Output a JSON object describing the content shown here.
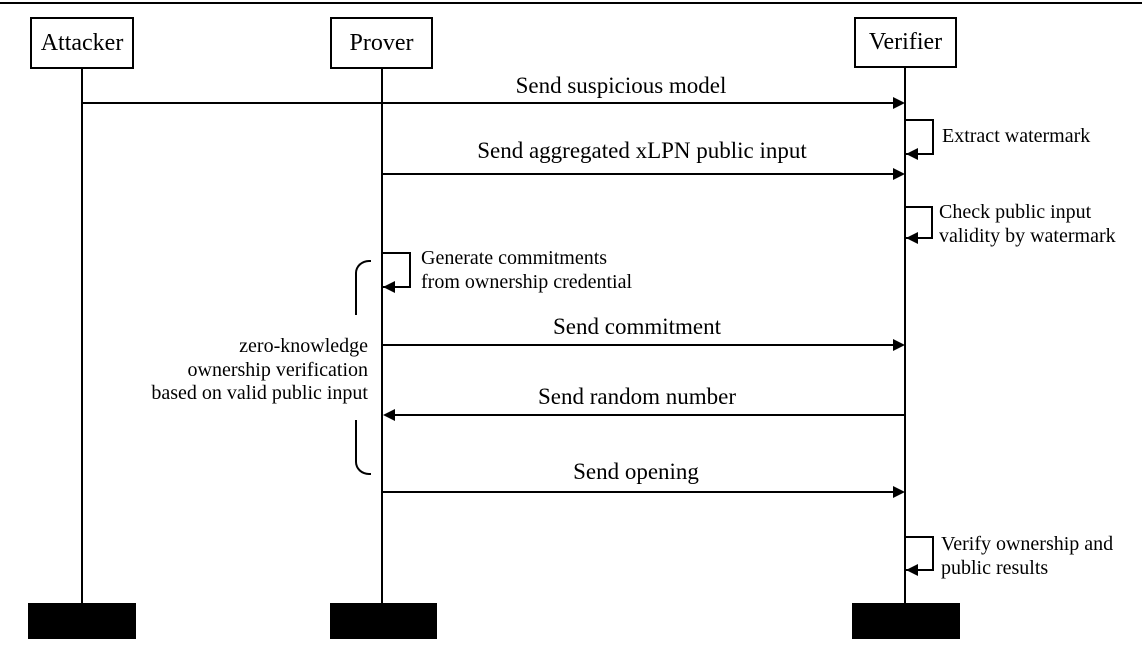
{
  "figure": {
    "type": "sequence-diagram",
    "background_color": "#ffffff",
    "line_color": "#000000"
  },
  "actors": [
    {
      "name": "Attacker"
    },
    {
      "name": "Prover"
    },
    {
      "name": "Verifier"
    }
  ],
  "messages": [
    {
      "label": "Send suspicious model",
      "from": "Attacker",
      "to": "Verifier"
    },
    {
      "label": "Send aggregated xLPN public input",
      "from": "Prover",
      "to": "Verifier"
    },
    {
      "label": "Send commitment",
      "from": "Prover",
      "to": "Verifier"
    },
    {
      "label": "Send random number",
      "from": "Verifier",
      "to": "Prover"
    },
    {
      "label": "Send opening",
      "from": "Prover",
      "to": "Verifier"
    }
  ],
  "self_actions": [
    {
      "actor": "Verifier",
      "line1": "Extract watermark",
      "line2": ""
    },
    {
      "actor": "Verifier",
      "line1": "Check public input",
      "line2": "validity by watermark"
    },
    {
      "actor": "Prover",
      "line1": "Generate commitments",
      "line2": "from ownership credential"
    },
    {
      "actor": "Verifier",
      "line1": "Verify ownership and",
      "line2": "public results"
    }
  ],
  "annotation": {
    "line1": "zero-knowledge",
    "line2": "ownership verification",
    "line3": "based on valid public input"
  }
}
